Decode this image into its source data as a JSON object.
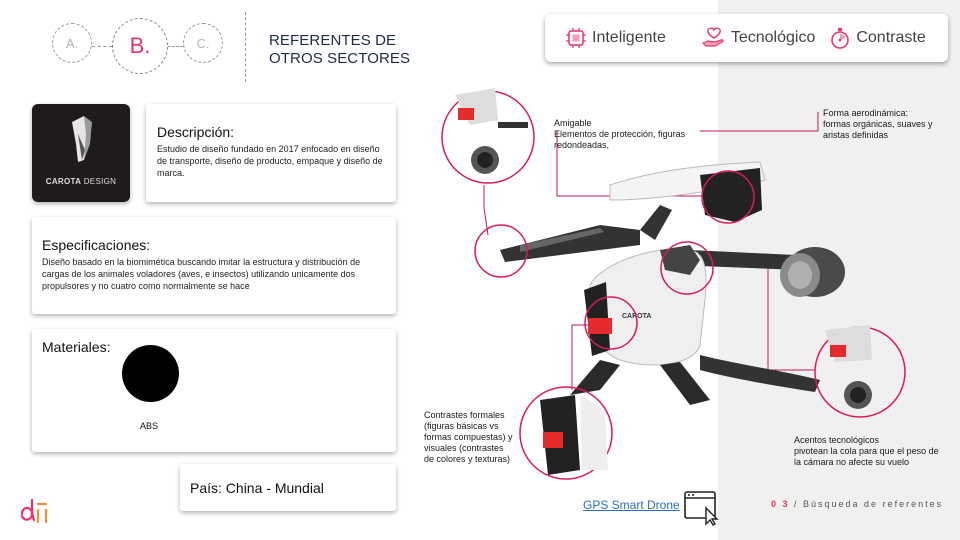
{
  "steps": {
    "a": "A.",
    "b": "B.",
    "c": "C."
  },
  "section_title": "REFERENTES DE OTROS SECTORES",
  "keywords": [
    {
      "label": "Inteligente",
      "icon": "chip-icon"
    },
    {
      "label": "Tecnológico",
      "icon": "hand-heart-icon"
    },
    {
      "label": "Contraste",
      "icon": "timer-icon"
    }
  ],
  "logo": {
    "brand": "CAROTA",
    "suffix": "DESIGN"
  },
  "description": {
    "title": "Descripción:",
    "text": "Estudio de diseño fundado en 2017 enfocado en diseño de transporte, diseño de producto, empaque y diseño de marca."
  },
  "specs": {
    "title": "Especificaciones:",
    "text": "Diseño basado en la biomimética buscando imitar la estructura y distribución de cargas de los animales voladores (aves, e insectos) utilizando unicamente dos propulsores y no cuatro como normalmente se hace"
  },
  "materials": {
    "title": "Materiales:",
    "item": "ABS"
  },
  "country": "País: China - Mundial",
  "annotations": {
    "amigable": {
      "title": "Amigable",
      "text": "Elementos de protección, figuras redondeadas,"
    },
    "forma": {
      "title": "Forma aerodinámica:",
      "text": "formas orgánicas, suaves y aristas definidas"
    },
    "contrastes": {
      "title": "Contrastes formales (figuras básicas vs formas compuestas) y visuales (contrastes de colores y texturas)"
    },
    "acentos": {
      "title": "Acentos tecnológicos",
      "text": " pivotean la cola para que el peso de la cámara no afecte su vuelo"
    }
  },
  "link": "GPS Smart Drone",
  "footer": {
    "page": "0 3",
    "label": " / Búsqueda de referentes"
  },
  "colors": {
    "accent": "#e8336b",
    "link": "#2a6fb8",
    "panel": "#f0f0ee"
  }
}
